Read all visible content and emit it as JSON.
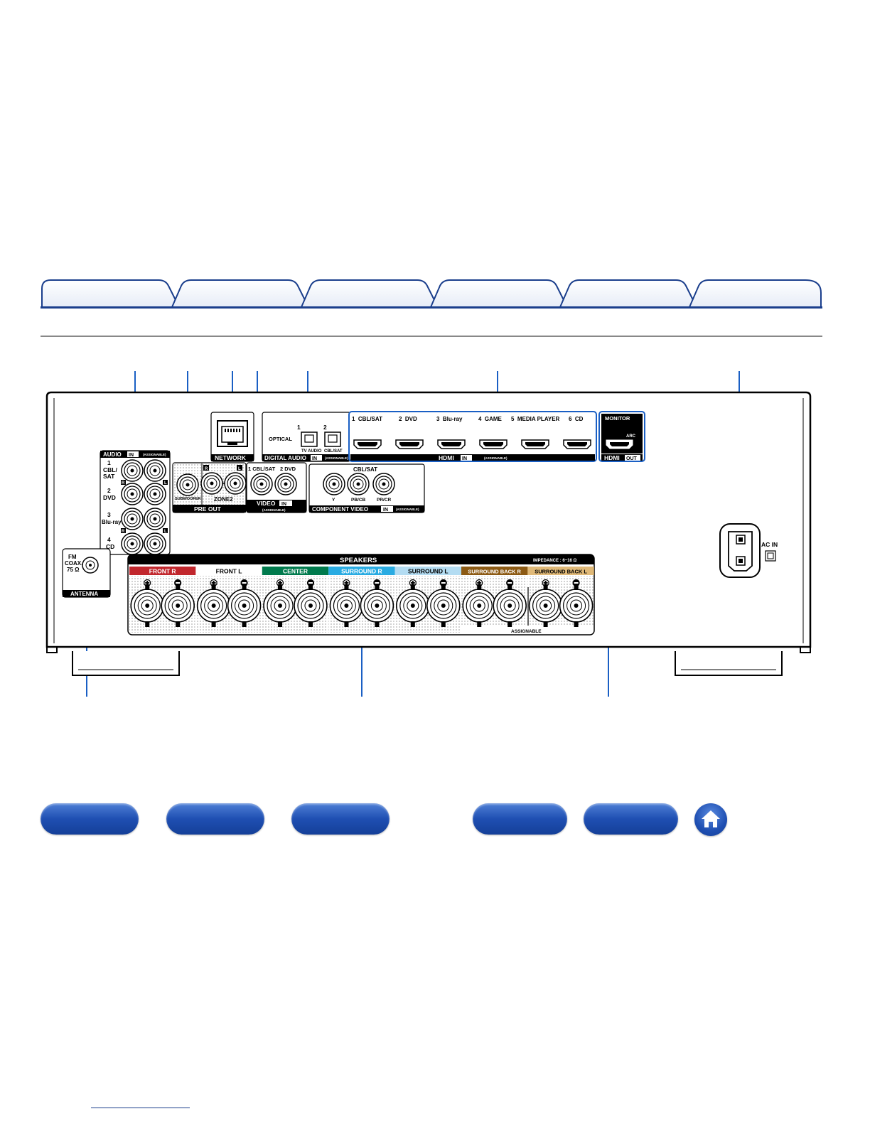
{
  "panel": {
    "audio_in": {
      "title": "AUDIO",
      "in": "IN",
      "assignable": "(ASSIGNABLE)",
      "inputs": [
        "1",
        "CBL/",
        "SAT",
        "2",
        "DVD",
        "3",
        "Blu-ray",
        "4",
        "CD"
      ],
      "r": "R",
      "l": "L"
    },
    "antenna": {
      "fm": "FM",
      "coax": "COAX.",
      "ohm": "75 Ω",
      "title": "ANTENNA"
    },
    "pre_out": {
      "subwoofer": "SUBWOOFER",
      "zone2": "ZONE2",
      "r": "R",
      "l": "L",
      "title": "PRE OUT"
    },
    "network": {
      "title": "NETWORK"
    },
    "video_in": {
      "in1": "1 CBL/SAT",
      "in2": "2 DVD",
      "title": "VIDEO",
      "in": "IN",
      "assignable": "(ASSIGNABLE)"
    },
    "digital_audio": {
      "optical": "OPTICAL",
      "n1": "1",
      "n2": "2",
      "tv": "TV AUDIO",
      "cbl": "CBL/SAT",
      "title": "DIGITAL AUDIO",
      "in": "IN",
      "assignable": "(ASSIGNABLE)"
    },
    "component_video": {
      "source": "CBL/SAT",
      "y": "Y",
      "pb": "PB/CB",
      "pr": "PR/CR",
      "title": "COMPONENT VIDEO",
      "in": "IN",
      "assignable": "(ASSIGNABLE)"
    },
    "hdmi_in": {
      "inputs": [
        "1  CBL/SAT",
        "2  DVD",
        "3  Blu-ray",
        "4  GAME",
        "5  MEDIA PLAYER",
        "6  CD"
      ],
      "title": "HDMI",
      "in": "IN",
      "assignable": "(ASSIGNABLE)"
    },
    "hdmi_out": {
      "monitor": "MONITOR",
      "arc": "ARC",
      "title": "HDMI",
      "out": "OUT"
    },
    "ac_in": "AC IN",
    "speakers": {
      "title": "SPEAKERS",
      "impedance": "IMPEDANCE : 6~16 Ω",
      "assignable": "ASSIGNABLE",
      "channels": [
        {
          "label": "FRONT R",
          "color": "#c1272d",
          "text_color": "#ffffff"
        },
        {
          "label": "FRONT L",
          "color": "#ffffff",
          "text_color": "#000000"
        },
        {
          "label": "CENTER",
          "color": "#007a4d",
          "text_color": "#ffffff"
        },
        {
          "label": "SURROUND R",
          "color": "#29abe2",
          "text_color": "#ffffff"
        },
        {
          "label": "SURROUND L",
          "color": "#b3dcf2",
          "text_color": "#000000"
        },
        {
          "label": "SURROUND BACK R",
          "color": "#8c5a14",
          "text_color": "#ffffff"
        },
        {
          "label": "SURROUND BACK L",
          "color": "#e0b978",
          "text_color": "#000000"
        }
      ]
    }
  },
  "colors": {
    "accent": "#1a3e8c",
    "highlight": "#1a5fc4"
  }
}
